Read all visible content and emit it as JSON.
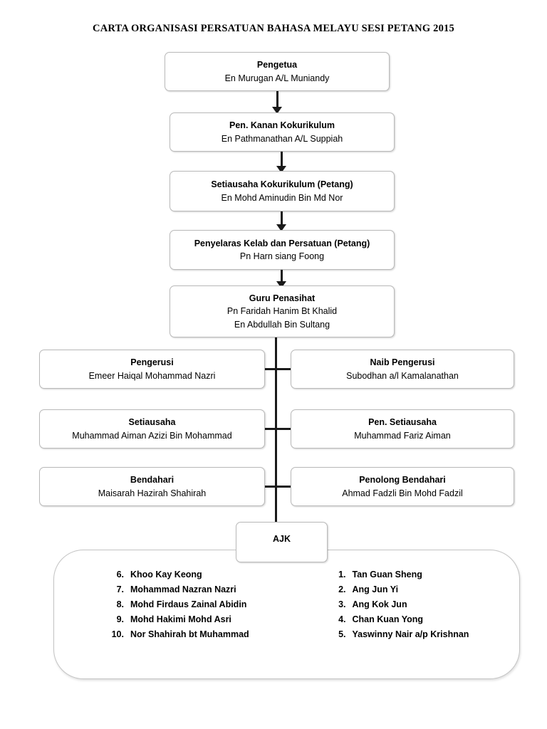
{
  "title": "CARTA ORGANISASI PERSATUAN BAHASA MELAYU SESI PETANG 2015",
  "hierarchy": [
    {
      "role": "Pengetua",
      "people": [
        "En Murugan A/L Muniandy"
      ]
    },
    {
      "role": "Pen. Kanan Kokurikulum",
      "people": [
        "En Pathmanathan A/L Suppiah"
      ]
    },
    {
      "role": "Setiausaha Kokurikulum (Petang)",
      "people": [
        "En Mohd Aminudin Bin Md Nor"
      ]
    },
    {
      "role": "Penyelaras Kelab dan Persatuan (Petang)",
      "people": [
        "Pn Harn siang Foong"
      ]
    },
    {
      "role": "Guru Penasihat",
      "people": [
        "Pn Faridah Hanim Bt Khalid",
        "En Abdullah Bin Sultang"
      ]
    }
  ],
  "committee_rows": [
    {
      "left": {
        "role": "Pengerusi",
        "person": "Emeer Haiqal Mohammad Nazri"
      },
      "right": {
        "role": "Naib Pengerusi",
        "person": "Subodhan a/l Kamalanathan"
      }
    },
    {
      "left": {
        "role": "Setiausaha",
        "person": "Muhammad Aiman Azizi Bin Mohammad"
      },
      "right": {
        "role": "Pen. Setiausaha",
        "person": "Muhammad Fariz Aiman"
      }
    },
    {
      "left": {
        "role": "Bendahari",
        "person": "Maisarah Hazirah Shahirah"
      },
      "right": {
        "role": "Penolong Bendahari",
        "person": "Ahmad Fadzli Bin Mohd Fadzil"
      }
    }
  ],
  "ajk": {
    "label": "AJK",
    "left_column": [
      {
        "num": "6.",
        "name": "Khoo Kay Keong"
      },
      {
        "num": "7.",
        "name": "Mohammad Nazran Nazri"
      },
      {
        "num": "8.",
        "name": "Mohd Firdaus Zainal Abidin"
      },
      {
        "num": "9.",
        "name": "Mohd Hakimi Mohd Asri"
      },
      {
        "num": "10.",
        "name": "Nor Shahirah bt Muhammad"
      }
    ],
    "right_column": [
      {
        "num": "1.",
        "name": "Tan Guan Sheng"
      },
      {
        "num": "2.",
        "name": "Ang Jun Yi"
      },
      {
        "num": "3.",
        "name": "Ang Kok Jun"
      },
      {
        "num": "4.",
        "name": "Chan Kuan Yong"
      },
      {
        "num": "5.",
        "name": "Yaswinny Nair a/p Krishnan"
      }
    ]
  },
  "colors": {
    "line": "#1a1a1a",
    "box_border": "#b9b9b9",
    "text": "#000000",
    "background": "#ffffff"
  }
}
